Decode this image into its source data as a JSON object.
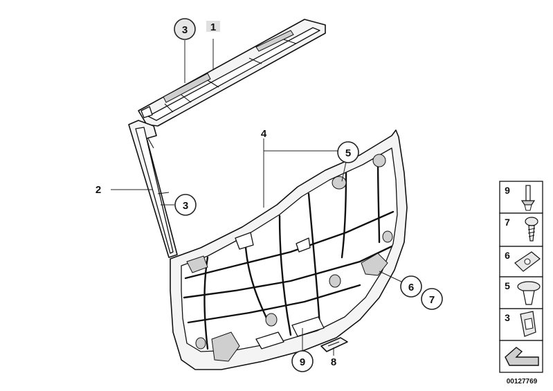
{
  "labels": {
    "l1": "1",
    "l2": "2",
    "l3a": "3",
    "l3b": "3",
    "l4": "4",
    "l5": "5",
    "l6": "6",
    "l7": "7",
    "l8": "8",
    "l9": "9"
  },
  "legend": {
    "items": [
      {
        "num": "9",
        "part": "push-rivet-icon"
      },
      {
        "num": "7",
        "part": "screw-icon"
      },
      {
        "num": "6",
        "part": "clip-nut-icon"
      },
      {
        "num": "5",
        "part": "expanding-rivet-icon"
      },
      {
        "num": "3",
        "part": "clip-icon"
      },
      {
        "num": "",
        "part": "trim-profile-icon"
      }
    ]
  },
  "reference_number": "00127769"
}
